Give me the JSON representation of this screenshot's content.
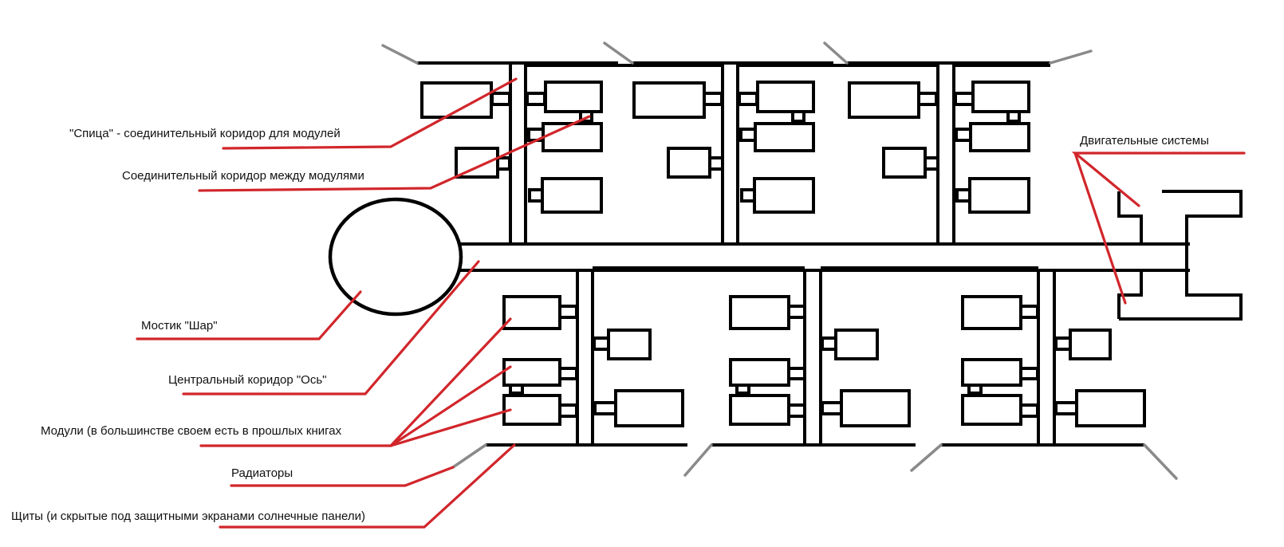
{
  "labels": {
    "spoke": "\"Спица\" - соединительный коридор для модулей",
    "connector": "Соединительный коридор между модулями",
    "bridge": "Мостик \"Шар\"",
    "central": "Центральный коридор \"Ось\"",
    "modules": "Модули (в большинстве своем есть в прошлых книгах",
    "radiators": "Радиаторы",
    "shields": "Щиты (и скрытые под защитными экранами солнечные панели)",
    "engines": "Двигательные системы"
  },
  "colors": {
    "outline": "#000000",
    "annotation": "#d1262b",
    "radiator": "#8a8a8a"
  }
}
